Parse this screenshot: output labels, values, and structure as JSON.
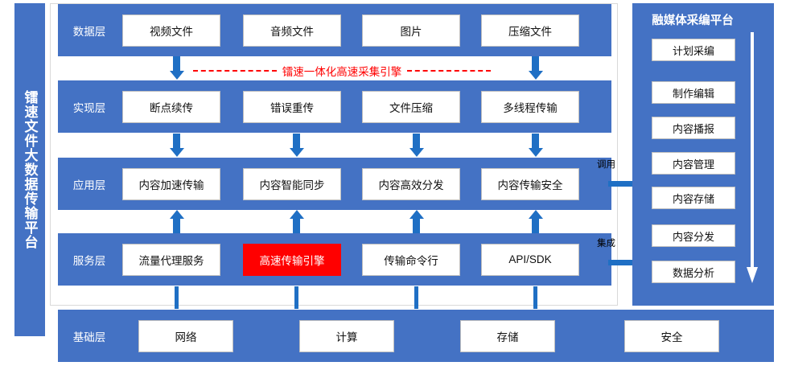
{
  "platform": {
    "vertical_title": "镭速文件大数据传输平台"
  },
  "engine_banner": {
    "label": "镭速一体化高速采集引擎"
  },
  "layers": [
    {
      "label": "数据层",
      "items": [
        "视频文件",
        "音频文件",
        "图片",
        "压缩文件"
      ]
    },
    {
      "label": "实现层",
      "items": [
        "断点续传",
        "错误重传",
        "文件压缩",
        "多线程传输"
      ]
    },
    {
      "label": "应用层",
      "items": [
        "内容加速传输",
        "内容智能同步",
        "内容高效分发",
        "内容传输安全"
      ]
    },
    {
      "label": "服务层",
      "items": [
        "流量代理服务",
        "高速传输引擎",
        "传输命令行",
        "API/SDK"
      ],
      "highlighted_index": 1
    },
    {
      "label": "基础层",
      "items": [
        "网络",
        "计算",
        "存储",
        "安全"
      ]
    }
  ],
  "links": [
    {
      "label": "调用"
    },
    {
      "label": "集成"
    }
  ],
  "right_panel": {
    "title": "融媒体采编平台",
    "items": [
      "计划采编",
      "制作编辑",
      "内容播报",
      "内容管理",
      "内容存储",
      "内容分发",
      "数据分析"
    ]
  },
  "colors": {
    "brand_blue": "#4472C4",
    "arrow_blue": "#1F6FC4",
    "highlight_red": "#FF0000",
    "box_white": "#FFFFFF"
  }
}
